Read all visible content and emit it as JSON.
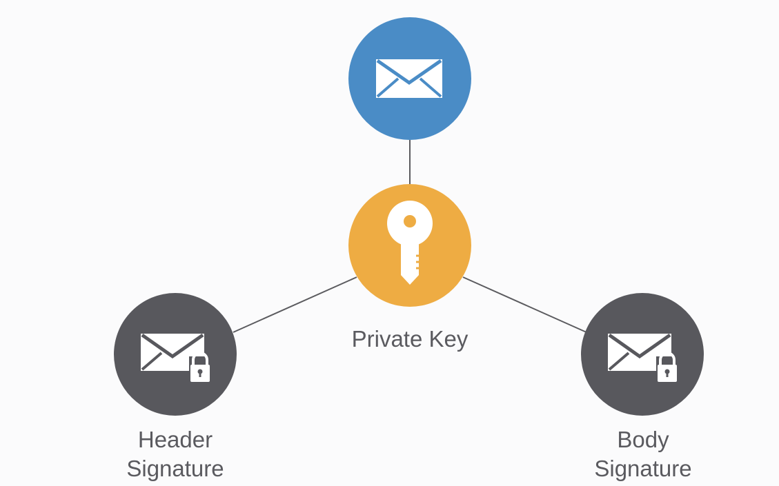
{
  "colors": {
    "email_node": "#4a8cc6",
    "key_node": "#eeac43",
    "signature_node": "#58585d",
    "connector": "#5b5b5f",
    "label_text": "#5a5a5f",
    "icon_fill": "#ffffff"
  },
  "nodes": {
    "email": {
      "icon": "envelope-icon"
    },
    "private_key": {
      "icon": "key-icon",
      "label": "Private Key"
    },
    "header_signature": {
      "icon": "locked-envelope-icon",
      "label_line1": "Header",
      "label_line2": "Signature"
    },
    "body_signature": {
      "icon": "locked-envelope-icon",
      "label_line1": "Body",
      "label_line2": "Signature"
    }
  }
}
